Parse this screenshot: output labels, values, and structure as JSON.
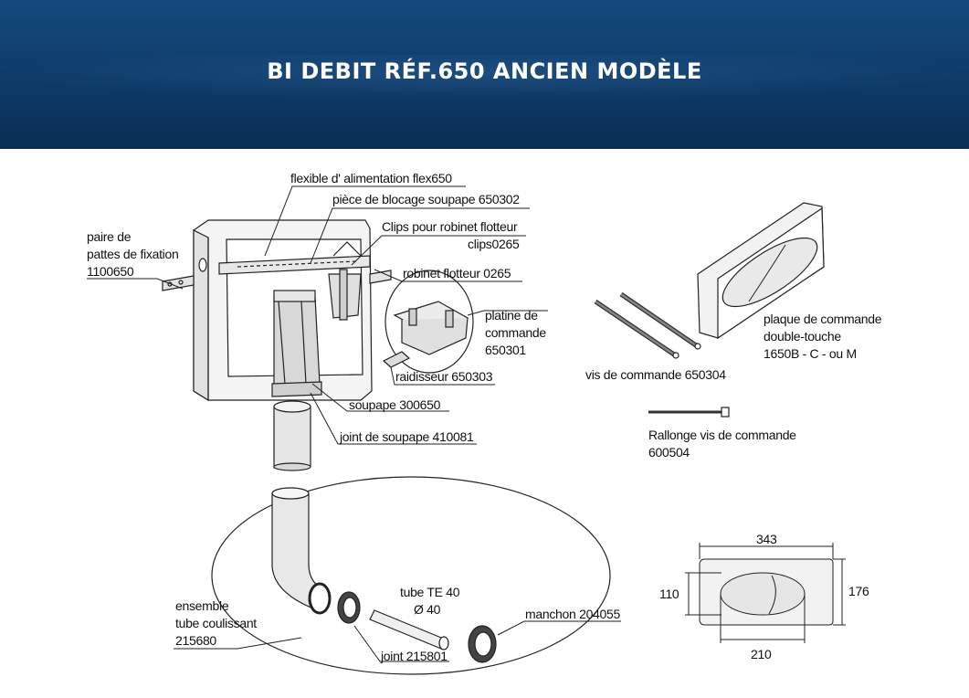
{
  "title": "BI DEBIT  RÉF.650 ANCIEN MODÈLE",
  "labels": {
    "flexible": "flexible d' alimentation  flex650",
    "piece_blocage": "pièce de blocage soupape 650302",
    "clips_1": "Clips pour robinet flotteur",
    "clips_2": "clips0265",
    "robinet": "robinet flotteur  0265",
    "pattes_1": "paire de",
    "pattes_2": "pattes de fixation",
    "pattes_3": "1100650",
    "platine_1": "platine de",
    "platine_2": "commande",
    "platine_3": "650301",
    "raidisseur": "raidisseur 650303",
    "soupape": "soupape 300650",
    "joint_soupape": "joint de soupape 410081",
    "vis": "vis de commande 650304",
    "plaque_1": "plaque de commande",
    "plaque_2": "double-touche",
    "plaque_3": "1650B - C - ou M",
    "rallonge_1": "Rallonge vis de commande",
    "rallonge_2": "600504",
    "ensemble_1": "ensemble",
    "ensemble_2": "tube coulissant",
    "ensemble_3": "215680",
    "tube_1": "tube TE 40",
    "tube_2": "Ø 40",
    "manchon": "manchon 204055",
    "joint": "joint 215801"
  },
  "dimensions": {
    "width_total": "343",
    "height_total": "176",
    "height_inner": "110",
    "width_inner": "210"
  },
  "colors": {
    "header_top": "#154a7e",
    "header_bottom": "#0a2e55",
    "title_text": "#ffffff",
    "line": "#222222"
  }
}
